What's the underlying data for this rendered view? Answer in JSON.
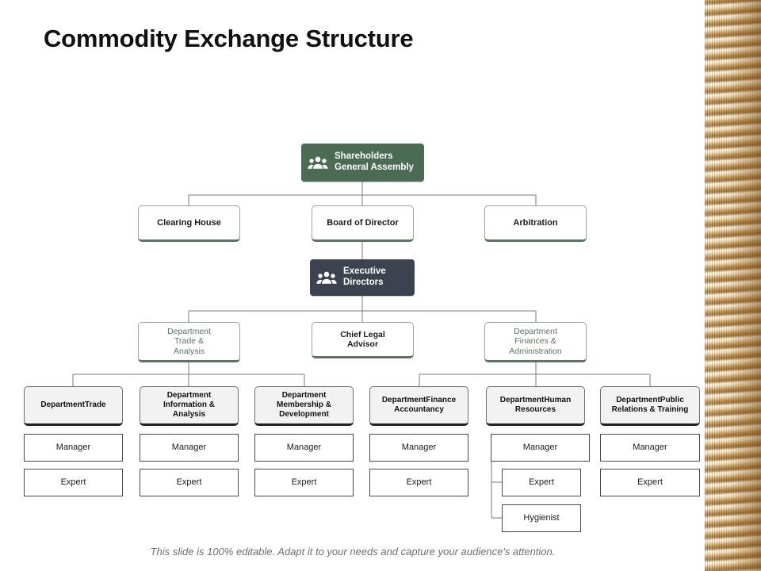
{
  "slide": {
    "title": "Commodity Exchange Structure",
    "footer_note": "This slide is 100% editable. Adapt it to your needs and capture your audience's attention."
  },
  "colors": {
    "hero_green": "#4c6b55",
    "hero_dark": "#3d4250",
    "dept_text": "#5e7565",
    "box_border": "#9aa69c",
    "gray_fill": "#f2f2f2",
    "connector": "#7b7b7b",
    "title_text": "#111111",
    "footer_text": "#6e6e6e",
    "coin_gold": "#c79a52"
  },
  "icons": {
    "people": "people-group-icon"
  },
  "chart_data": {
    "type": "org-chart",
    "title": "Commodity Exchange Structure",
    "levels": [
      {
        "level": 1,
        "nodes": [
          {
            "id": "shareholders",
            "label": "Shareholders\nGeneral Assembly",
            "style": "hero-green",
            "icon": "people-group-icon"
          }
        ]
      },
      {
        "level": 2,
        "nodes": [
          {
            "id": "clearing-house",
            "label": "Clearing House",
            "style": "plain",
            "parent": "shareholders"
          },
          {
            "id": "board-of-director",
            "label": "Board of Director",
            "style": "plain",
            "parent": "shareholders"
          },
          {
            "id": "arbitration",
            "label": "Arbitration",
            "style": "plain",
            "parent": "shareholders"
          }
        ]
      },
      {
        "level": 3,
        "nodes": [
          {
            "id": "executive-directors",
            "label": "Executive\nDirectors",
            "style": "hero-dark",
            "icon": "people-group-icon",
            "parent": "board-of-director"
          }
        ]
      },
      {
        "level": 4,
        "nodes": [
          {
            "id": "dept-trade-analysis",
            "label": "Department\nTrade &\nAnalysis",
            "style": "dept",
            "parent": "executive-directors"
          },
          {
            "id": "chief-legal-advisor",
            "label": "Chief Legal\nAdvisor",
            "style": "dept-strong",
            "parent": "executive-directors"
          },
          {
            "id": "dept-finances-admin",
            "label": "Department\nFinances &\nAdministration",
            "style": "dept",
            "parent": "executive-directors"
          }
        ]
      },
      {
        "level": 5,
        "nodes": [
          {
            "id": "department-trade",
            "label": "DepartmentTrade",
            "style": "gray",
            "parent": "dept-trade-analysis"
          },
          {
            "id": "department-information-analysis",
            "label": "Department\nInformation &\nAnalysis",
            "style": "gray",
            "parent": "dept-trade-analysis"
          },
          {
            "id": "department-membership-development",
            "label": "Department\nMembership &\nDevelopment",
            "style": "gray",
            "parent": "dept-trade-analysis"
          },
          {
            "id": "department-finance-accountancy",
            "label": "DepartmentFinance\nAccountancy",
            "style": "gray",
            "parent": "dept-finances-admin"
          },
          {
            "id": "department-human-resources",
            "label": "DepartmentHuman\nResources",
            "style": "gray",
            "parent": "dept-finances-admin"
          },
          {
            "id": "department-public-relations-training",
            "label": "DepartmentPublic\nRelations & Training",
            "style": "gray",
            "parent": "dept-finances-admin"
          }
        ]
      },
      {
        "level": 6,
        "nodes": [
          {
            "id": "manager-1",
            "label": "Manager",
            "style": "leaf",
            "parent": "department-trade"
          },
          {
            "id": "manager-2",
            "label": "Manager",
            "style": "leaf",
            "parent": "department-information-analysis"
          },
          {
            "id": "manager-3",
            "label": "Manager",
            "style": "leaf",
            "parent": "department-membership-development"
          },
          {
            "id": "manager-4",
            "label": "Manager",
            "style": "leaf",
            "parent": "department-finance-accountancy"
          },
          {
            "id": "manager-5",
            "label": "Manager",
            "style": "leaf",
            "parent": "department-human-resources"
          },
          {
            "id": "manager-6",
            "label": "Manager",
            "style": "leaf",
            "parent": "department-public-relations-training"
          }
        ]
      },
      {
        "level": 7,
        "nodes": [
          {
            "id": "expert-1",
            "label": "Expert",
            "style": "leaf",
            "parent": "manager-1"
          },
          {
            "id": "expert-2",
            "label": "Expert",
            "style": "leaf",
            "parent": "manager-2"
          },
          {
            "id": "expert-3",
            "label": "Expert",
            "style": "leaf",
            "parent": "manager-3"
          },
          {
            "id": "expert-4",
            "label": "Expert",
            "style": "leaf",
            "parent": "manager-4"
          },
          {
            "id": "expert-5",
            "label": "Expert",
            "style": "leaf",
            "parent": "manager-5"
          },
          {
            "id": "expert-6",
            "label": "Expert",
            "style": "leaf",
            "parent": "manager-6"
          }
        ]
      },
      {
        "level": 8,
        "nodes": [
          {
            "id": "hygienist",
            "label": "Hygienist",
            "style": "leaf",
            "parent": "manager-5"
          }
        ]
      }
    ]
  },
  "nodes": {
    "shareholders": "Shareholders\nGeneral Assembly",
    "clearing_house": "Clearing House",
    "board_of_director": "Board of Director",
    "arbitration": "Arbitration",
    "executive_directors": "Executive\nDirectors",
    "dept_trade_analysis": "Department\nTrade &\nAnalysis",
    "chief_legal_advisor": "Chief Legal\nAdvisor",
    "dept_finances_admin": "Department\nFinances &\nAdministration",
    "department_trade": "DepartmentTrade",
    "department_information_analysis": "Department\nInformation &\nAnalysis",
    "department_membership_development": "Department\nMembership &\nDevelopment",
    "department_finance_accountancy": "DepartmentFinance\nAccountancy",
    "department_human_resources": "DepartmentHuman\nResources",
    "department_public_relations_training": "DepartmentPublic\nRelations & Training",
    "manager_1": "Manager",
    "manager_2": "Manager",
    "manager_3": "Manager",
    "manager_4": "Manager",
    "manager_5": "Manager",
    "manager_6": "Manager",
    "expert_1": "Expert",
    "expert_2": "Expert",
    "expert_3": "Expert",
    "expert_4": "Expert",
    "expert_5": "Expert",
    "expert_6": "Expert",
    "hygienist": "Hygienist"
  }
}
